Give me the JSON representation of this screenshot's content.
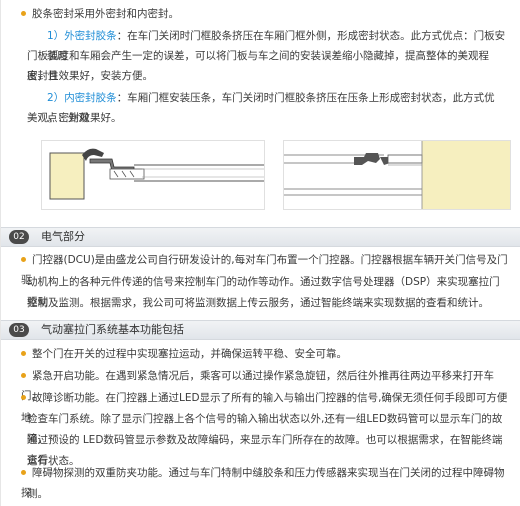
{
  "intro": {
    "text": "胶条密封采用外密封和内密封。"
  },
  "outer_seal": {
    "num": "1）",
    "term": "外密封胶条",
    "line1": "：在车门关闭时门框胶条挤压在车厢门框外侧，形成密封状态。此方式优点：门板安装时",
    "line2": "门板弧度和车厢会产生一定的误差，可以将门板与车之间的安装误差缩小隐藏掉，提高整体的美观程度，且",
    "line3": "密封性效果好，安装方便。"
  },
  "inner_seal": {
    "num": "2）",
    "term": "内密封胶条",
    "line1": "：车厢门框安装压条，车门关闭时门框胶条挤压在压条上形成密封状态，此方式优点：外观",
    "line2": "美观，密封效果好。"
  },
  "section_electrical": {
    "number": "02",
    "title": "电气部分",
    "line1": "门控器(DCU)是由盛龙公司自行研发设计的,每对车门布置一个门控器。门控器根据车辆开关门信号及门驱",
    "line2": "动机构上的各种元件传递的信号来控制车门的动作等动作。通过数字信号处理器（DSP）来实现塞拉门驱动",
    "line3": "控制及监测。根据需求，我公司可将监测数据上传云服务，通过智能终端来实现数据的查看和统计。"
  },
  "section_functions": {
    "number": "03",
    "title": "气动塞拉门系统基本功能包括",
    "items": [
      {
        "lines": [
          "整个门在开关的过程中实现塞拉运动，并确保运转平稳、安全可靠。"
        ]
      },
      {
        "lines": [
          "紧急开启功能。在遇到紧急情况后，乘客可以通过操作紧急旋钮，然后往外推再往两边平移来打开车门。"
        ]
      },
      {
        "lines": [
          "故障诊断功能。在门控器上通过LED显示了所有的输入与输出门控器的信号,确保无须任何手段即可方便地",
          "检查车门系统。除了显示门控器上各个信号的输入输出状态以外,还有一组LED数码管可以显示车门的故障，",
          "通过预设的 LED数码管显示参数及故障编码，来显示车门所存在的故障。也可以根据需求，在智能终端查看",
          "运行状态。"
        ]
      },
      {
        "lines": [
          "障碍物探测的双重防夹功能。通过与车门特制中缝胶条和压力传感器来实现当在门关闭的过程中障碍物探",
          "测。"
        ]
      }
    ]
  },
  "colors": {
    "accent": "#1f8dd6",
    "bullet": "#e8a21a",
    "section_bar": "#e5e8ec",
    "foam": "#f6efbf"
  }
}
